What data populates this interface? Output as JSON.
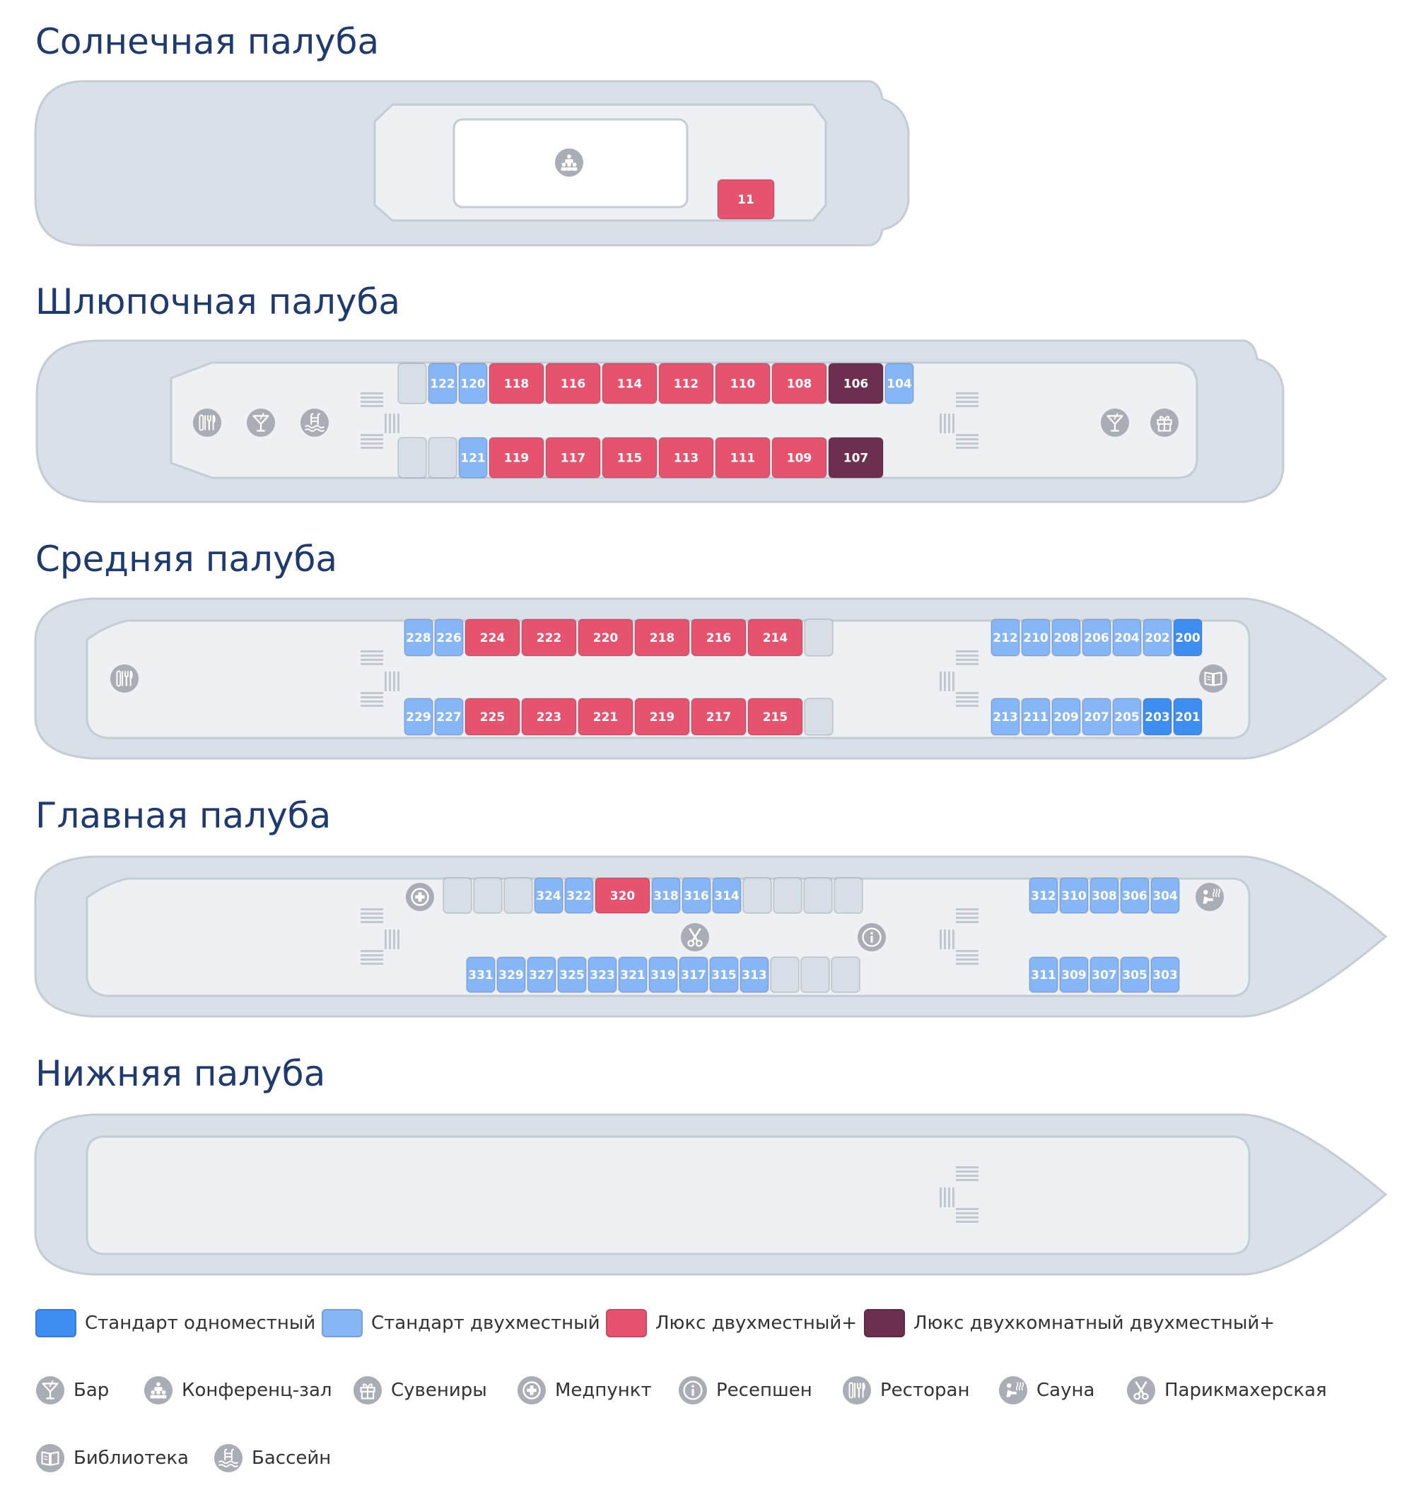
{
  "decks": {
    "sun": {
      "title": "Солнечная палуба"
    },
    "boat": {
      "title": "Шлюпочная палуба"
    },
    "middle": {
      "title": "Средняя палуба"
    },
    "main": {
      "title": "Главная палуба"
    },
    "lower": {
      "title": "Нижняя палуба"
    }
  },
  "cabin_types": {
    "single": {
      "label": "Стандарт одноместный",
      "color": "#3d8ef0"
    },
    "double": {
      "label": "Стандарт двухместный",
      "color": "#86b6f6"
    },
    "lux": {
      "label": "Люкс двухместный+",
      "color": "#e5536f"
    },
    "suite": {
      "label": "Люкс двухкомнатный двухместный+",
      "color": "#6d2f4f"
    },
    "empty": {
      "color": "#d7dee6"
    }
  },
  "facilities": {
    "bar": {
      "label": "Бар",
      "icon": "bar-icon"
    },
    "conference": {
      "label": "Конференц-зал",
      "icon": "conference-hall-icon"
    },
    "souvenirs": {
      "label": "Сувениры",
      "icon": "gift-icon"
    },
    "medical": {
      "label": "Медпункт",
      "icon": "medical-icon"
    },
    "reception": {
      "label": "Ресепшен",
      "icon": "info-icon"
    },
    "restaurant": {
      "label": "Ресторан",
      "icon": "restaurant-icon"
    },
    "sauna": {
      "label": "Сауна",
      "icon": "sauna-icon"
    },
    "hairdresser": {
      "label": "Парикмахерская",
      "icon": "scissors-icon"
    },
    "library": {
      "label": "Библиотека",
      "icon": "book-icon"
    },
    "pool": {
      "label": "Бассейн",
      "icon": "pool-icon"
    }
  },
  "cabins": {
    "sun": [
      {
        "number": "11",
        "type": "lux"
      }
    ],
    "boat_top": [
      {
        "number": "",
        "type": "empty"
      },
      {
        "number": "122",
        "type": "double"
      },
      {
        "number": "120",
        "type": "double"
      },
      {
        "number": "118",
        "type": "lux"
      },
      {
        "number": "116",
        "type": "lux"
      },
      {
        "number": "114",
        "type": "lux"
      },
      {
        "number": "112",
        "type": "lux"
      },
      {
        "number": "110",
        "type": "lux"
      },
      {
        "number": "108",
        "type": "lux"
      },
      {
        "number": "106",
        "type": "suite"
      },
      {
        "number": "104",
        "type": "double"
      }
    ],
    "boat_bottom": [
      {
        "number": "",
        "type": "empty"
      },
      {
        "number": "",
        "type": "empty"
      },
      {
        "number": "121",
        "type": "double"
      },
      {
        "number": "119",
        "type": "lux"
      },
      {
        "number": "117",
        "type": "lux"
      },
      {
        "number": "115",
        "type": "lux"
      },
      {
        "number": "113",
        "type": "lux"
      },
      {
        "number": "111",
        "type": "lux"
      },
      {
        "number": "109",
        "type": "lux"
      },
      {
        "number": "107",
        "type": "suite"
      }
    ],
    "middle_top_left": [
      {
        "number": "228",
        "type": "double"
      },
      {
        "number": "226",
        "type": "double"
      },
      {
        "number": "224",
        "type": "lux"
      },
      {
        "number": "222",
        "type": "lux"
      },
      {
        "number": "220",
        "type": "lux"
      },
      {
        "number": "218",
        "type": "lux"
      },
      {
        "number": "216",
        "type": "lux"
      },
      {
        "number": "214",
        "type": "lux"
      },
      {
        "number": "",
        "type": "empty"
      }
    ],
    "middle_bottom_left": [
      {
        "number": "229",
        "type": "double"
      },
      {
        "number": "227",
        "type": "double"
      },
      {
        "number": "225",
        "type": "lux"
      },
      {
        "number": "223",
        "type": "lux"
      },
      {
        "number": "221",
        "type": "lux"
      },
      {
        "number": "219",
        "type": "lux"
      },
      {
        "number": "217",
        "type": "lux"
      },
      {
        "number": "215",
        "type": "lux"
      },
      {
        "number": "",
        "type": "empty"
      }
    ],
    "middle_top_right": [
      {
        "number": "212",
        "type": "double"
      },
      {
        "number": "210",
        "type": "double"
      },
      {
        "number": "208",
        "type": "double"
      },
      {
        "number": "206",
        "type": "double"
      },
      {
        "number": "204",
        "type": "double"
      },
      {
        "number": "202",
        "type": "double"
      },
      {
        "number": "200",
        "type": "single"
      }
    ],
    "middle_bottom_right": [
      {
        "number": "213",
        "type": "double"
      },
      {
        "number": "211",
        "type": "double"
      },
      {
        "number": "209",
        "type": "double"
      },
      {
        "number": "207",
        "type": "double"
      },
      {
        "number": "205",
        "type": "double"
      },
      {
        "number": "203",
        "type": "single"
      },
      {
        "number": "201",
        "type": "single"
      }
    ],
    "main_top_left": [
      {
        "number": "",
        "type": "empty"
      },
      {
        "number": "",
        "type": "empty"
      },
      {
        "number": "",
        "type": "empty"
      },
      {
        "number": "324",
        "type": "double"
      },
      {
        "number": "322",
        "type": "double"
      },
      {
        "number": "320",
        "type": "lux"
      },
      {
        "number": "318",
        "type": "double"
      },
      {
        "number": "316",
        "type": "double"
      },
      {
        "number": "314",
        "type": "double"
      },
      {
        "number": "",
        "type": "empty"
      },
      {
        "number": "",
        "type": "empty"
      },
      {
        "number": "",
        "type": "empty"
      },
      {
        "number": "",
        "type": "empty"
      }
    ],
    "main_bottom_left": [
      {
        "number": "331",
        "type": "double"
      },
      {
        "number": "329",
        "type": "double"
      },
      {
        "number": "327",
        "type": "double"
      },
      {
        "number": "325",
        "type": "double"
      },
      {
        "number": "323",
        "type": "double"
      },
      {
        "number": "321",
        "type": "double"
      },
      {
        "number": "319",
        "type": "double"
      },
      {
        "number": "317",
        "type": "double"
      },
      {
        "number": "315",
        "type": "double"
      },
      {
        "number": "313",
        "type": "double"
      },
      {
        "number": "",
        "type": "empty"
      },
      {
        "number": "",
        "type": "empty"
      },
      {
        "number": "",
        "type": "empty"
      }
    ],
    "main_top_right": [
      {
        "number": "312",
        "type": "double"
      },
      {
        "number": "310",
        "type": "double"
      },
      {
        "number": "308",
        "type": "double"
      },
      {
        "number": "306",
        "type": "double"
      },
      {
        "number": "304",
        "type": "double"
      }
    ],
    "main_bottom_right": [
      {
        "number": "311",
        "type": "double"
      },
      {
        "number": "309",
        "type": "double"
      },
      {
        "number": "307",
        "type": "double"
      },
      {
        "number": "305",
        "type": "double"
      },
      {
        "number": "303",
        "type": "double"
      }
    ]
  }
}
